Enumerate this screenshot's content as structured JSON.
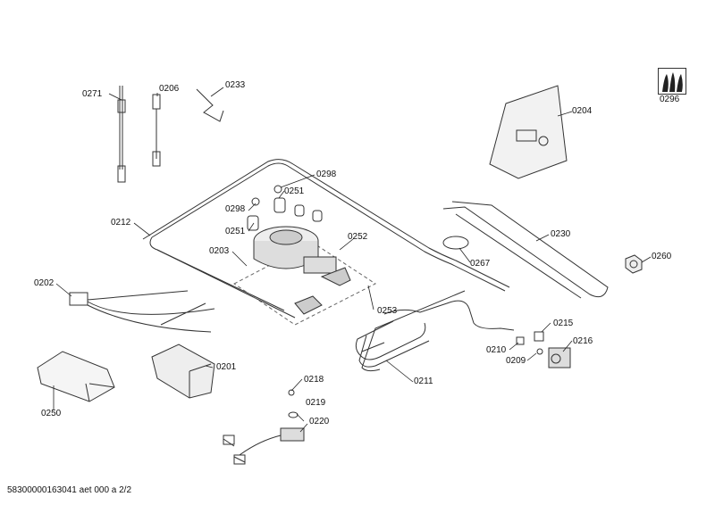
{
  "diagram": {
    "parts": [
      {
        "id": "0271",
        "label": "0271"
      },
      {
        "id": "0206",
        "label": "0206"
      },
      {
        "id": "0233",
        "label": "0233"
      },
      {
        "id": "0298a",
        "label": "0298"
      },
      {
        "id": "0251a",
        "label": "0251"
      },
      {
        "id": "0298b",
        "label": "0298"
      },
      {
        "id": "0212",
        "label": "0212"
      },
      {
        "id": "0251b",
        "label": "0251"
      },
      {
        "id": "0252",
        "label": "0252"
      },
      {
        "id": "0203",
        "label": "0203"
      },
      {
        "id": "0253",
        "label": "0253"
      },
      {
        "id": "0202",
        "label": "0202"
      },
      {
        "id": "0201",
        "label": "0201"
      },
      {
        "id": "0250",
        "label": "0250"
      },
      {
        "id": "0218",
        "label": "0218"
      },
      {
        "id": "0219",
        "label": "0219"
      },
      {
        "id": "0220",
        "label": "0220"
      },
      {
        "id": "0211",
        "label": "0211"
      },
      {
        "id": "0210",
        "label": "0210"
      },
      {
        "id": "0209",
        "label": "0209"
      },
      {
        "id": "0215",
        "label": "0215"
      },
      {
        "id": "0216",
        "label": "0216"
      },
      {
        "id": "0204",
        "label": "0204"
      },
      {
        "id": "0230",
        "label": "0230"
      },
      {
        "id": "0267",
        "label": "0267"
      },
      {
        "id": "0260",
        "label": "0260"
      },
      {
        "id": "0296",
        "label": "0296"
      }
    ],
    "footer": "58300000163041 aet 000 a 2/2"
  }
}
